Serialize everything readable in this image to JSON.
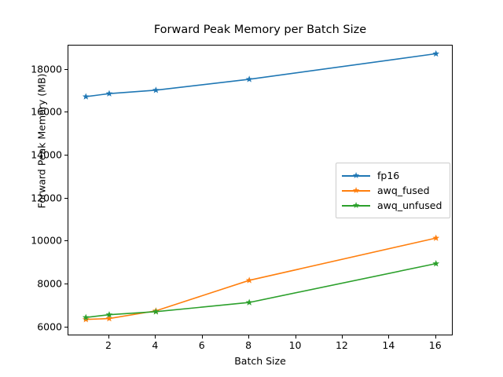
{
  "chart_data": {
    "type": "line",
    "title": "Forward Peak Memory per Batch Size",
    "xlabel": "Batch Size",
    "ylabel": "Forward Peak Memory (MB)",
    "x": [
      1,
      2,
      4,
      8,
      16
    ],
    "xlim": [
      0.25,
      16.75
    ],
    "ylim": [
      5580,
      19120
    ],
    "xticks": [
      2,
      4,
      6,
      8,
      10,
      12,
      14,
      16
    ],
    "xticklabels": [
      "2",
      "4",
      "6",
      "8",
      "10",
      "12",
      "14",
      "16"
    ],
    "yticks": [
      6000,
      8000,
      10000,
      12000,
      14000,
      16000,
      18000
    ],
    "yticklabels": [
      "6000",
      "8000",
      "10000",
      "12000",
      "14000",
      "16000",
      "18000"
    ],
    "grid": false,
    "legend_position": "center right",
    "marker": "star",
    "series": [
      {
        "name": "fp16",
        "color": "#1f77b4",
        "values": [
          16740,
          16880,
          17040,
          17550,
          18740
        ]
      },
      {
        "name": "awq_fused",
        "color": "#ff7f0e",
        "values": [
          6360,
          6400,
          6760,
          8180,
          10150
        ]
      },
      {
        "name": "awq_unfused",
        "color": "#2ca02c",
        "values": [
          6450,
          6580,
          6720,
          7150,
          8960
        ]
      }
    ]
  }
}
